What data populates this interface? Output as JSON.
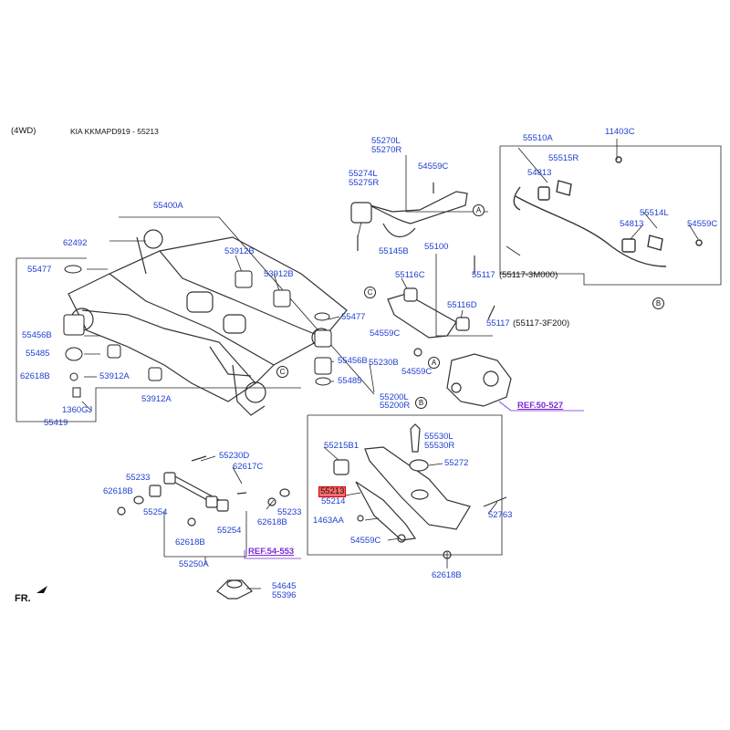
{
  "header": {
    "drive": "(4WD)",
    "model_code": "KIA KKMAPD919 - 55213"
  },
  "footer": {
    "front_marker": "FR."
  },
  "colors": {
    "label": "#1f3fd0",
    "ref": "#7a2bd6",
    "highlight": "#ff6b6b",
    "line": "#222222"
  },
  "labels": {
    "l55270L": "55270L",
    "l55270R": "55270R",
    "l55274L": "55274L",
    "l55275R": "55275R",
    "l54559C_a": "54559C",
    "l55145B": "55145B",
    "l55100": "55100",
    "l55116C": "55116C",
    "l55117_a": "55117",
    "l55117_a_alt": "(55117-3M000)",
    "l55116D": "55116D",
    "l55117_b": "55117",
    "l55117_b_alt": "(55117-3F200)",
    "l54559C_b": "54559C",
    "l54559C_c": "54559C",
    "l55510A": "55510A",
    "l11403C": "11403C",
    "l55515R": "55515R",
    "l54813_a": "54813",
    "l55514L": "55514L",
    "l54813_b": "54813",
    "l54559C_d": "54559C",
    "l55400A": "55400A",
    "l62492": "62492",
    "l53912B_a": "53912B",
    "l55477_a": "55477",
    "l53912B_b": "53912B",
    "l55477_b": "55477",
    "l55456B_a": "55456B",
    "l55485_a": "55485",
    "l62618B_a": "62618B",
    "l53912A_a": "53912A",
    "l53912A_b": "53912A",
    "l1360GJ": "1360GJ",
    "l55419": "55419",
    "l55456B_b": "55456B",
    "l55485_b": "55485",
    "l55230B": "55230B",
    "l55200L": "55200L",
    "l55200R": "55200R",
    "l55215B1": "55215B1",
    "l55530L": "55530L",
    "l55530R": "55530R",
    "l55272": "55272",
    "l55213": "55213",
    "l55214": "55214",
    "l1463AA": "1463AA",
    "l54559C_e": "54559C",
    "l52763": "52763",
    "l62618B_b": "62618B",
    "l55230D": "55230D",
    "l55233_a": "55233",
    "l62617C": "62617C",
    "l62618B_c": "62618B",
    "l55254_a": "55254",
    "l55254_b": "55254",
    "l55233_b": "55233",
    "l62618B_d": "62618B",
    "l62618B_e": "62618B",
    "l55250A": "55250A",
    "l54645": "54645",
    "l55396": "55396",
    "ref_50_527": "REF.50-527",
    "ref_54_553": "REF.54-553"
  },
  "callouts": {
    "a1": "A",
    "a2": "A",
    "b1": "B",
    "b2": "B",
    "c1": "C",
    "c2": "C"
  }
}
